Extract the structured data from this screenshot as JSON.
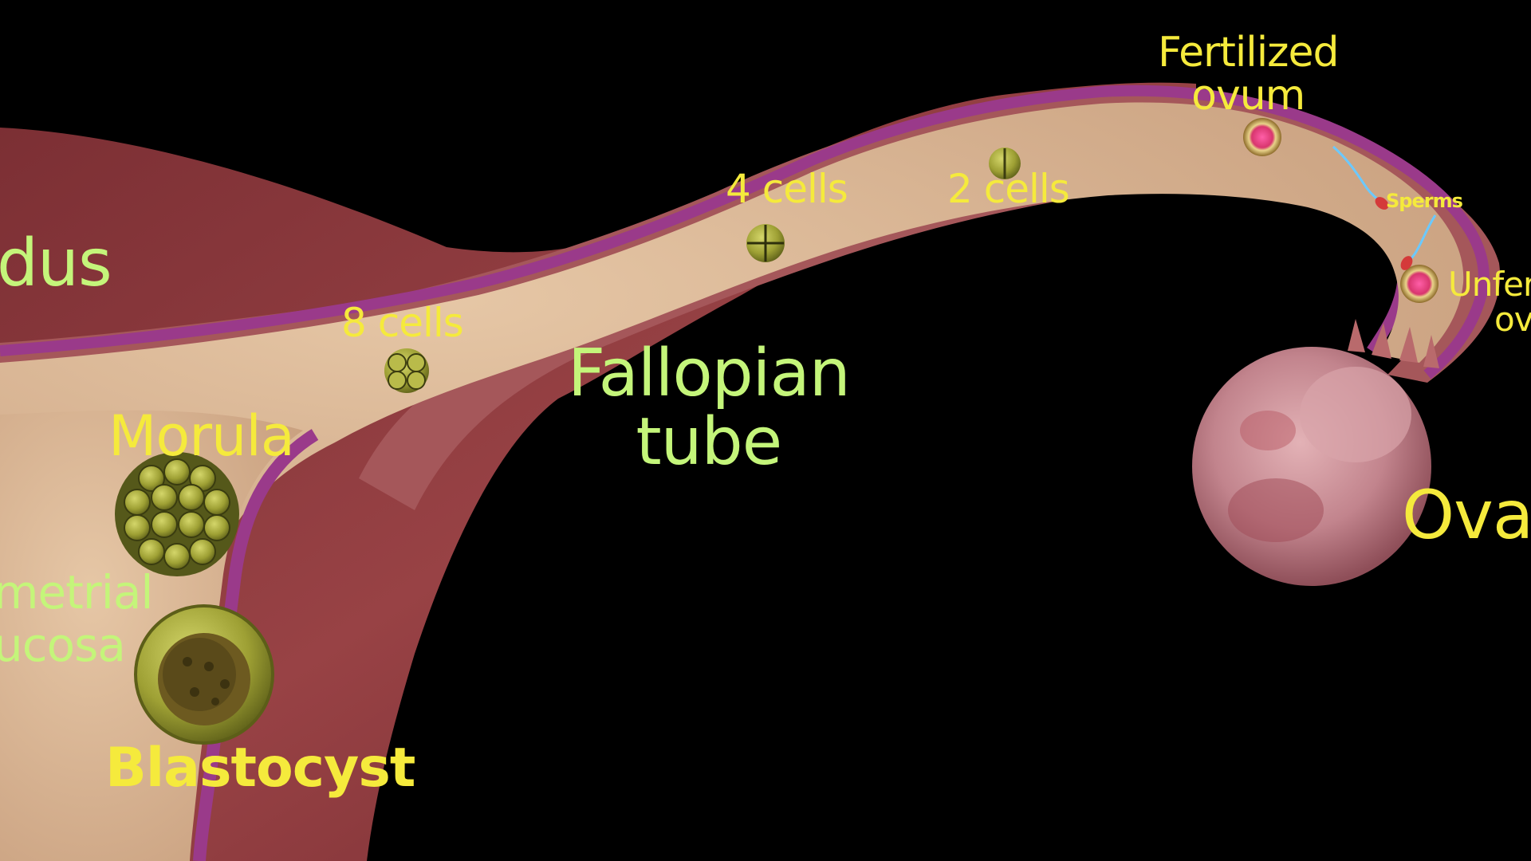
{
  "labels": {
    "fundus": "dus",
    "fertilized_ovum": [
      "Fertilized",
      "ovum"
    ],
    "four_cells": "4 cells",
    "two_cells": "2 cells",
    "eight_cells": "8 cells",
    "sperms": "Sperms",
    "unfertilized_ovum": [
      "Unfer",
      "ov"
    ],
    "fallopian_tube": [
      "Fallopian",
      "tube"
    ],
    "morula": "Morula",
    "ovary": "Ova",
    "endometrial_mucosa": [
      "metrial",
      "ucosa"
    ],
    "blastocyst": "Blastocyst"
  },
  "colors": {
    "background": "#000000",
    "label_yellow": "#f5ea3c",
    "label_green": "#c4f57a",
    "uterine_wall": "#8e3b3e",
    "mucosa": "#d9b595",
    "tube_lining": "#9a3a8a",
    "ovary": "#c68b94",
    "embryo": "#a3a83a"
  },
  "icons": [
    "cell-cluster",
    "sperm",
    "ovum",
    "ovary"
  ]
}
